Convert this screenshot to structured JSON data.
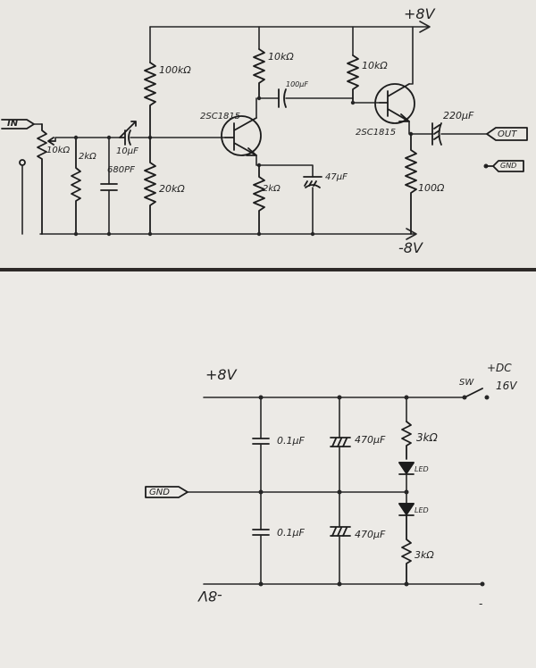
{
  "amp": {
    "supply_pos": "+8V",
    "supply_neg": "-8V",
    "in_label": "IN",
    "out_label": "OUT",
    "gnd_label": "GND",
    "pot": "10kΩ",
    "r_shunt": "2kΩ",
    "c_input": "10μF",
    "c_filter": "680PF",
    "r_bias_top": "100kΩ",
    "r_bias_bottom": "20kΩ",
    "q1": "2SC1815",
    "r_collector1": "10kΩ",
    "c_couple": "100μF",
    "r_emitter1": "2kΩ",
    "c_emitter": "47μF",
    "r_collector2": "10kΩ",
    "q2": "2SC1815",
    "c_out": "220μF",
    "r_emitter2": "100Ω"
  },
  "psu": {
    "pos_rail": "+8V",
    "neg_rail": "-8V",
    "dc_in": "+DC",
    "dc_volt": "16V",
    "switch": "SW",
    "gnd_label": "GND",
    "cap_top": "0.1μF",
    "cap_bottom": "0.1μF",
    "elec_top": "470μF",
    "elec_bottom": "470μF",
    "r_top": "3kΩ",
    "r_bottom": "3kΩ",
    "led_top": "LED",
    "led_bottom": "LED",
    "minus": "-"
  }
}
